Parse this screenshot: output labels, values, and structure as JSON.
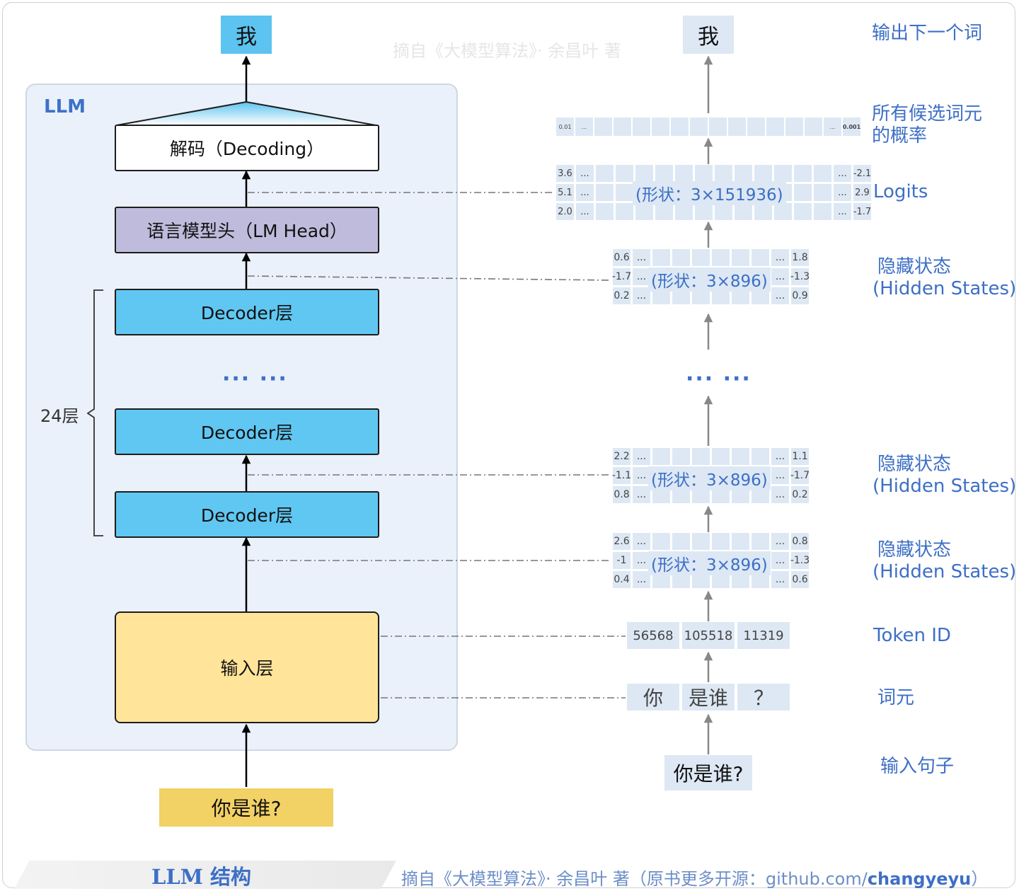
{
  "watermark": "摘自《大模型算法》· 余昌叶 著",
  "llm": {
    "panel_label": "LLM",
    "output_word": "我",
    "decoding": "解码（Decoding）",
    "lm_head": "语言模型头（LM Head）",
    "decoder_layer": "Decoder层",
    "ellipsis": "··· ···",
    "layer_count": "24层",
    "input_layer": "输入层",
    "input_sentence": "你是谁?"
  },
  "right": {
    "output_word": "我",
    "ellipsis": "··· ···",
    "input_sentence": "你是谁?",
    "probs": {
      "first": "0.01",
      "second": "...",
      "before_last": "...",
      "last": "0.001"
    },
    "logits": {
      "left": [
        "3.6",
        "5.1",
        "2.0"
      ],
      "right": [
        "-2.1",
        "2.9",
        "-1.7"
      ],
      "ell": "...",
      "shape": "(形状：3×151936)"
    },
    "hidden_top": {
      "left": [
        "0.6",
        "-1.7",
        "0.2"
      ],
      "right": [
        "1.8",
        "-1.3",
        "0.9"
      ],
      "ell": "...",
      "shape": "(形状：3×896)"
    },
    "hidden_mid": {
      "left": [
        "2.2",
        "-1.1",
        "0.8"
      ],
      "right": [
        "1.1",
        "-1.7",
        "0.2"
      ],
      "ell": "...",
      "shape": "(形状：3×896)"
    },
    "hidden_low": {
      "left": [
        "2.6",
        "-1",
        "0.4"
      ],
      "right": [
        "0.8",
        "-1.3",
        "0.6"
      ],
      "ell": "...",
      "shape": "(形状：3×896)"
    },
    "token_ids": [
      "56568",
      "105518",
      "11319"
    ],
    "tokens": [
      "你",
      "是谁",
      "？"
    ]
  },
  "labels": {
    "next_word": "输出下一个词",
    "probs_line1": "所有候选词元",
    "probs_line2": "的概率",
    "logits": "Logits",
    "hidden_cn": "隐藏状态",
    "hidden_en": "(Hidden States)",
    "token_id": "Token ID",
    "token": "词元",
    "input_sentence": "输入句子"
  },
  "footer": {
    "title": "LLM 结构",
    "source_prefix": "摘自《大模型算法》· 余昌叶 著（原书更多开源：github.com/",
    "source_bold": "changyeyu",
    "source_suffix": "）"
  }
}
